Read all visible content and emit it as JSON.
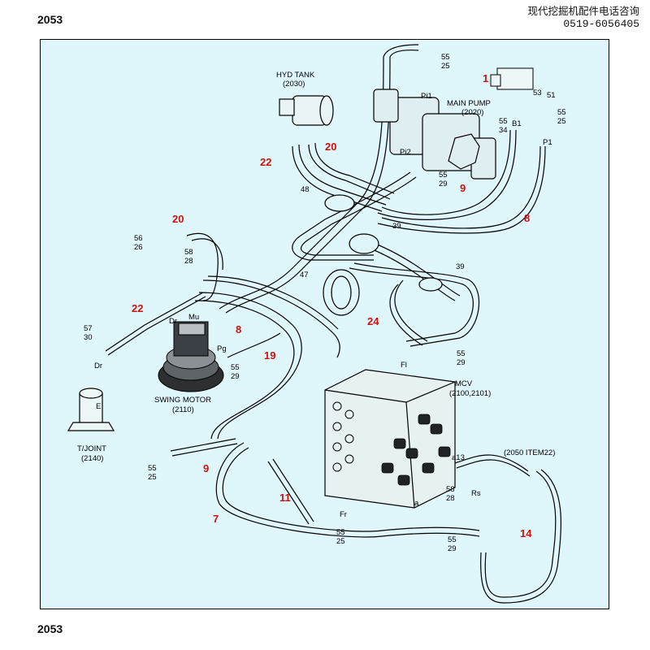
{
  "header": {
    "page_code": "2053",
    "vendor_line1": "现代挖掘机配件电话咨询",
    "vendor_line2": "0519-6056405"
  },
  "footer": {
    "page_code": "2053"
  },
  "components": {
    "hyd_tank": {
      "name": "HYD TANK",
      "code": "(2030)"
    },
    "main_pump": {
      "name": "MAIN PUMP",
      "code": "(2020)"
    },
    "swing_motor": {
      "name": "SWING MOTOR",
      "code": "(2110)"
    },
    "t_joint": {
      "name": "T/JOINT",
      "code": "(2140)"
    },
    "mcv": {
      "name": "MCV",
      "code": "(2100,2101)"
    },
    "item_ref": "(2050 ITEM22)"
  },
  "ports": {
    "pi1": "Pi1",
    "pi2": "Pi2",
    "b1": "B1",
    "p1": "P1",
    "mu": "Mu",
    "dr": "Dr",
    "pg": "Pg",
    "dr2": "Dr",
    "e": "E",
    "fl": "Fl",
    "a13": "a13",
    "rs": "Rs",
    "fr": "Fr",
    "a": "a"
  },
  "callouts": [
    "1",
    "22",
    "20",
    "9",
    "8",
    "20",
    "22",
    "8",
    "19",
    "24",
    "9",
    "11",
    "7",
    "14"
  ],
  "part_numbers": {
    "pump_top": [
      "55",
      "25"
    ],
    "tank_small": [
      "53",
      "51"
    ],
    "b1": [
      "55",
      "34"
    ],
    "p1": [
      "55",
      "25"
    ],
    "pi2": [
      "55",
      "29"
    ],
    "hose48": "48",
    "hose39a": "39",
    "hose39b": "39",
    "hose47": "47",
    "swing_a": [
      "56",
      "26"
    ],
    "swing_b": [
      "58",
      "28"
    ],
    "tjoint_top": [
      "57",
      "30"
    ],
    "pg": [
      "55",
      "29"
    ],
    "fl": [
      "55",
      "29"
    ],
    "tjoint_bottom": [
      "55",
      "25"
    ],
    "fr": [
      "55",
      "25"
    ],
    "a13": [
      "58",
      "28"
    ],
    "bottom_right": [
      "55",
      "29"
    ]
  },
  "colors": {
    "background": "#dff6fb",
    "line": "#000000",
    "callout": "#cc1111"
  }
}
